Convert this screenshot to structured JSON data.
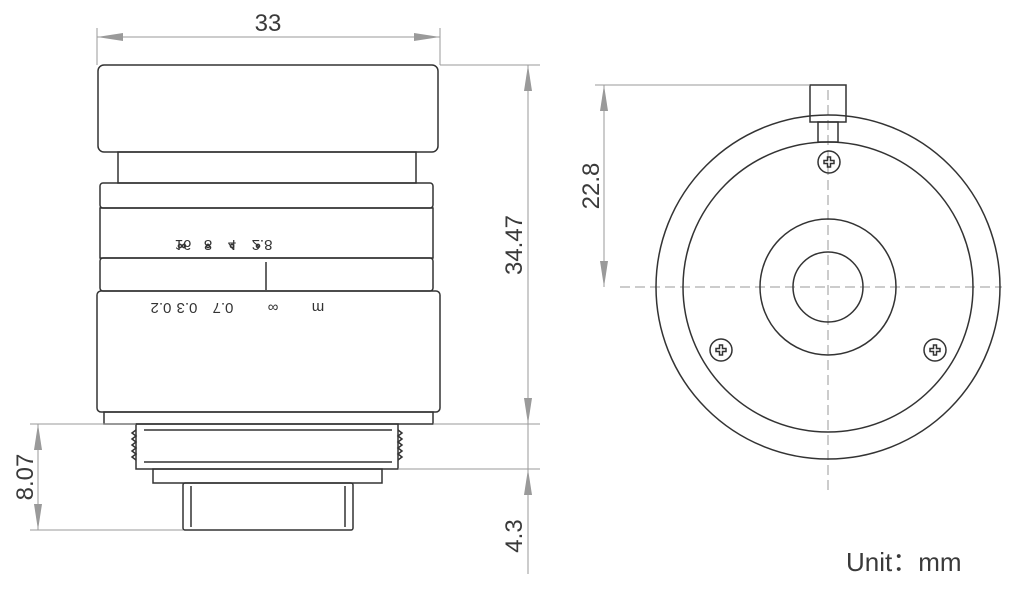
{
  "dimensions": {
    "width_overall": "33",
    "length_overall": "34.47",
    "mount_length": "8.07",
    "flange_length": "4.3",
    "screw_height": "22.8"
  },
  "aperture_scale": {
    "f28": "2.8",
    "f4": "4",
    "f8": "8",
    "f16": "16"
  },
  "focus_scale": {
    "unit": "m",
    "infinity": "∞",
    "d07": "0.7",
    "d03": "0.3",
    "d02": "0.2"
  },
  "unit_label": "Unit：mm",
  "colors": {
    "line": "#333333",
    "dimension": "#9a9a9a"
  },
  "icons": [
    "phillips-screw-icon"
  ]
}
